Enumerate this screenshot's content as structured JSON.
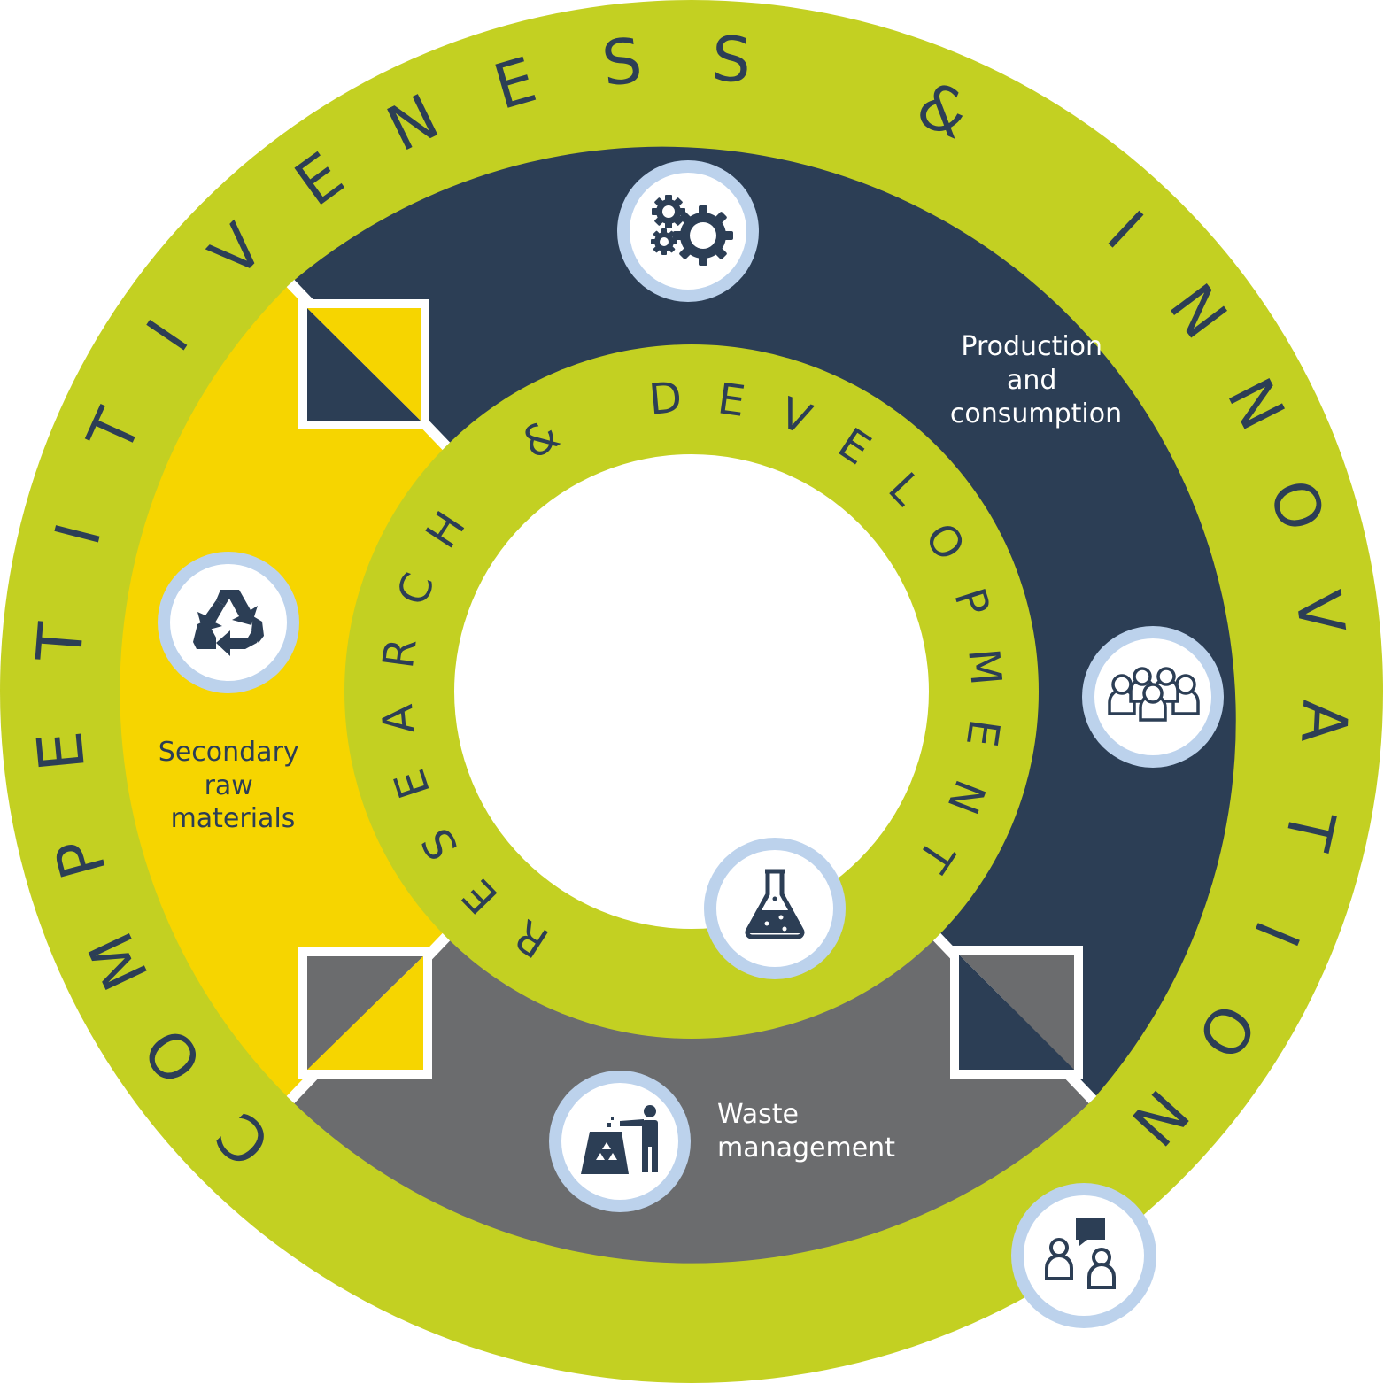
{
  "outer_ring_text": "COMPETITIVENESS & INNOVATION",
  "inner_ring_text": "RESEARCH & DEVELOPMENT",
  "sectors": {
    "production": {
      "lines": [
        "Production",
        "and",
        "consumption"
      ]
    },
    "secondary": {
      "lines": [
        "Secondary",
        "raw",
        "materials"
      ]
    },
    "waste": {
      "lines": [
        "Waste",
        "management"
      ]
    }
  },
  "icons": {
    "gears": "gears-icon",
    "recycle": "recycle-icon",
    "people_group": "people-group-icon",
    "flask": "flask-icon",
    "waste_disposal": "waste-disposal-icon",
    "dialogue": "dialogue-icon"
  },
  "colors": {
    "outer_green": "#c3d022",
    "navy": "#2c3e55",
    "yellow": "#f6d500",
    "grey": "#6b6c6e",
    "icon_ring": "#bcd2ec",
    "white": "#ffffff"
  }
}
